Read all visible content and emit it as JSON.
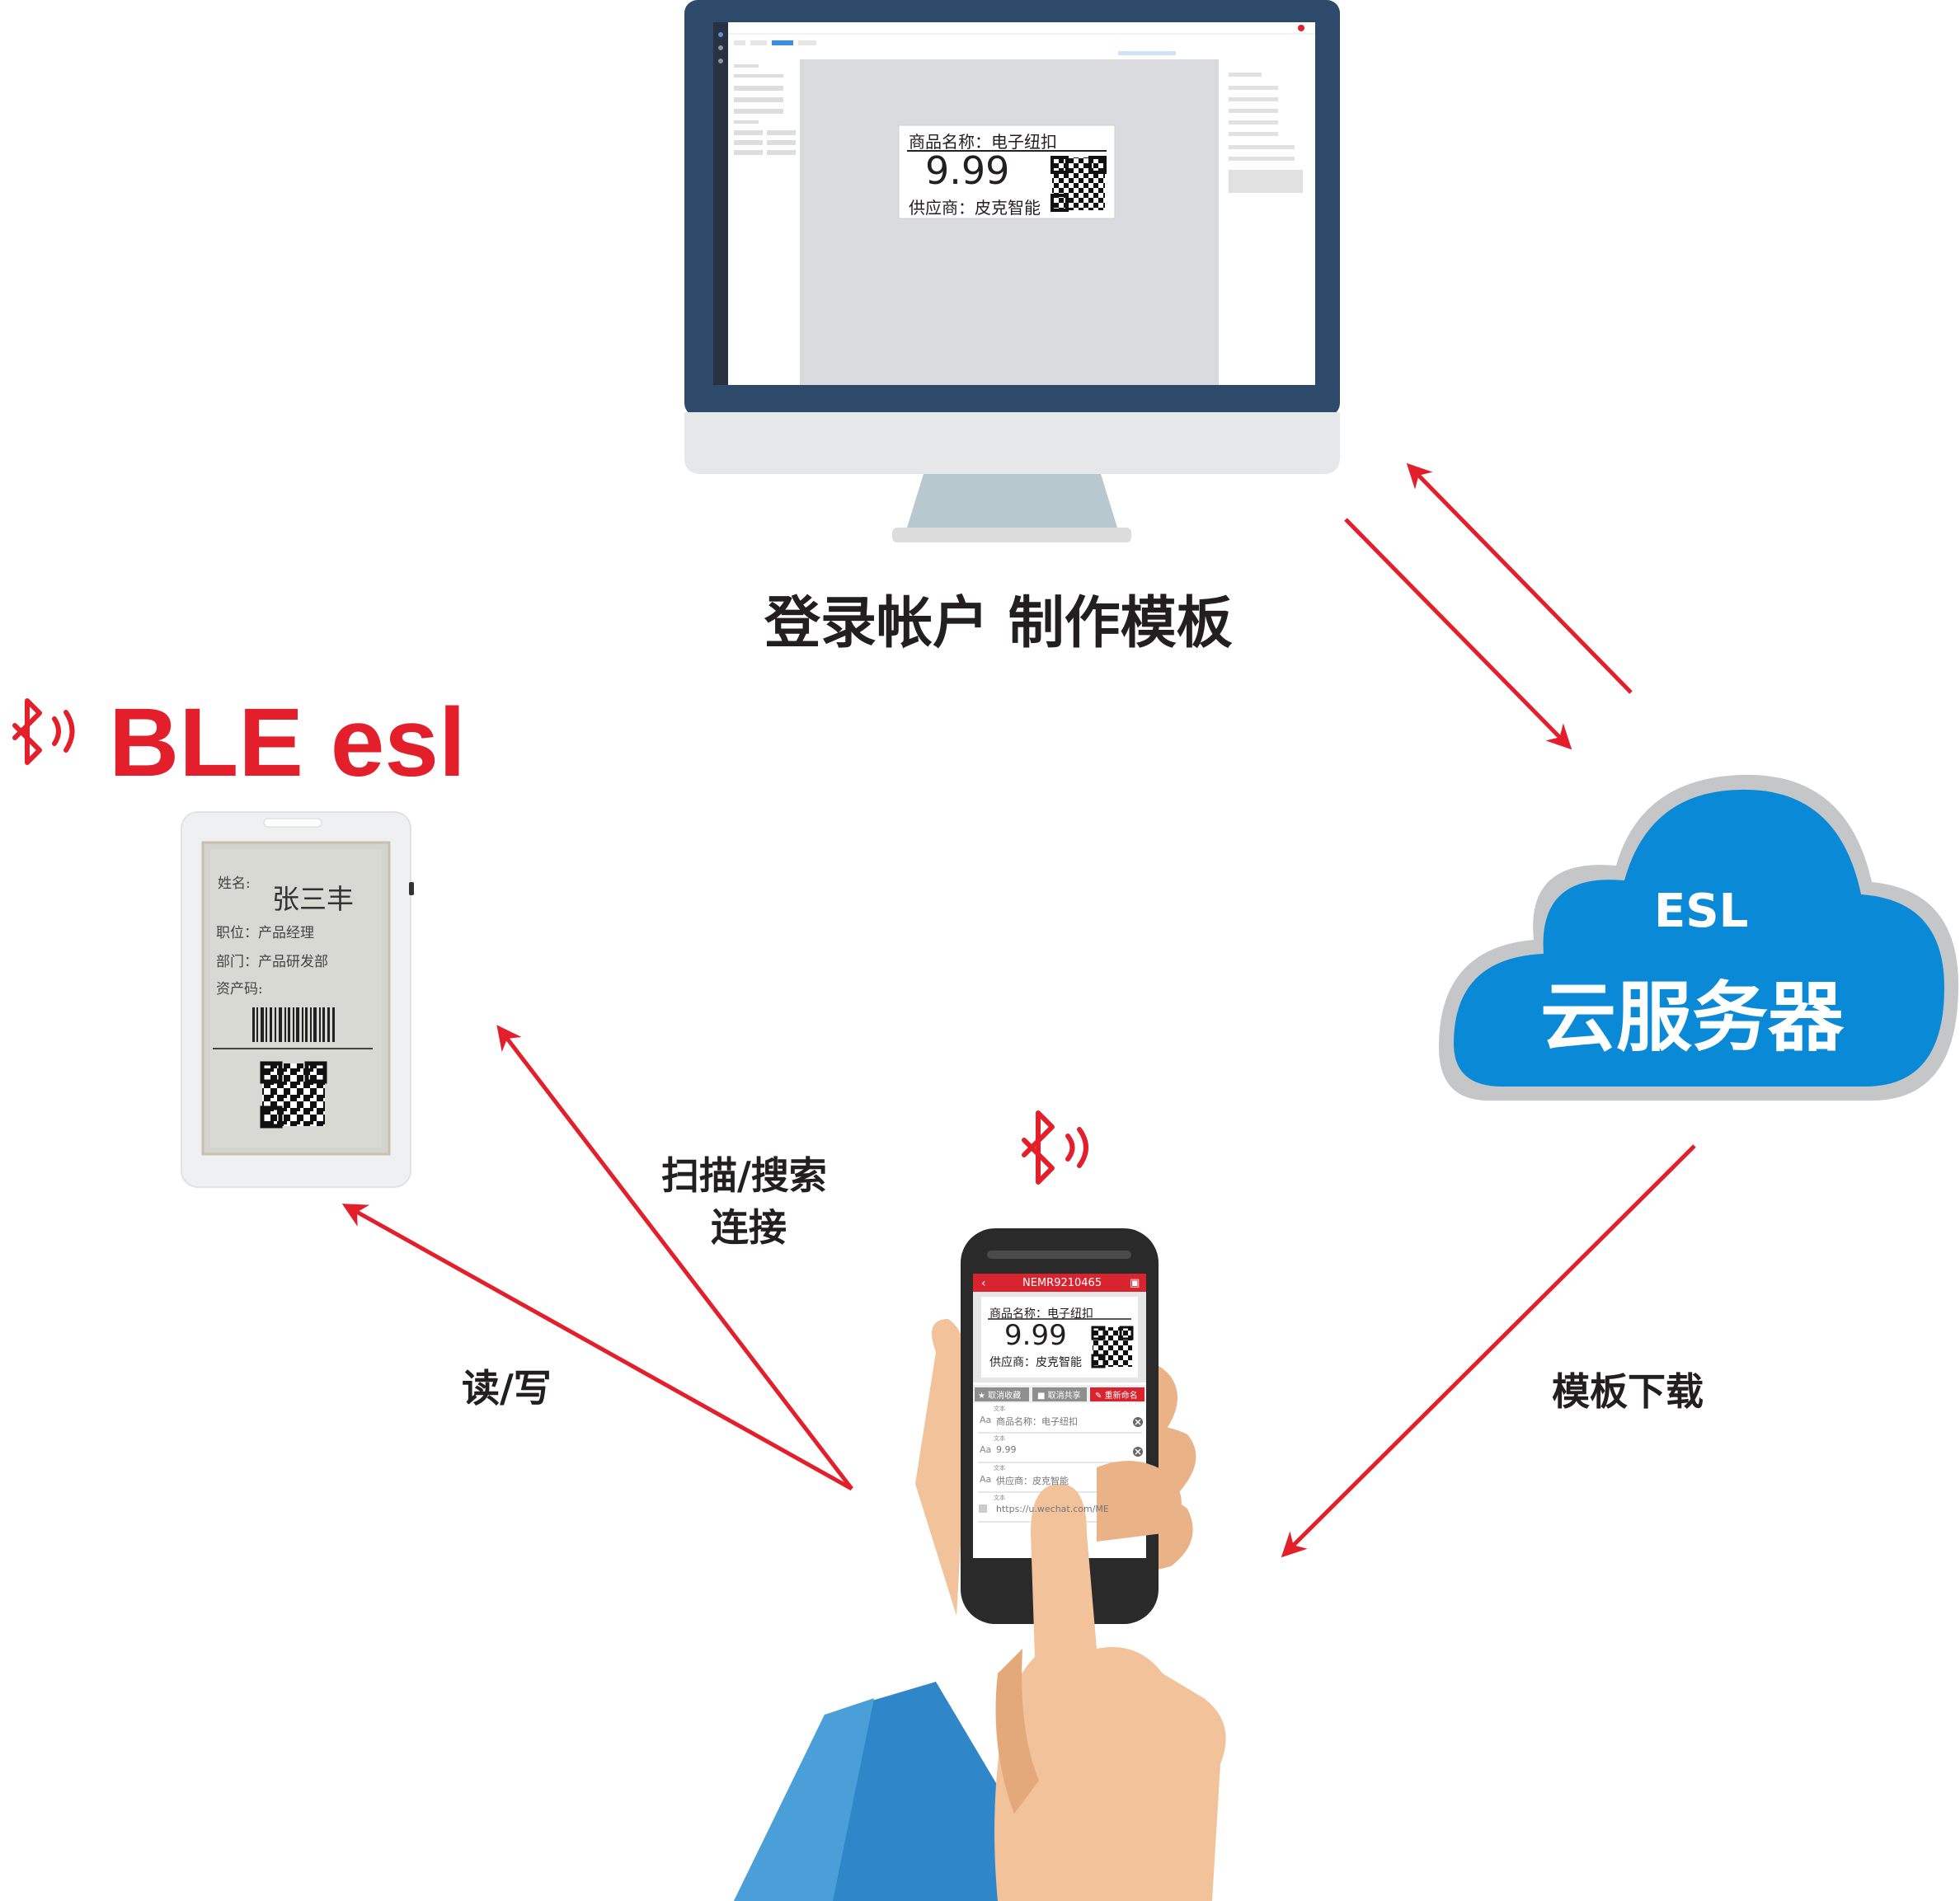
{
  "colors": {
    "accent_red": "#e31f2b",
    "cloud_blue": "#0a8ad6",
    "monitor_navy": "#2d4a6b",
    "text_dark": "#231f20",
    "skin": "#f2c29a",
    "sleeve_blue": "#2f86c8"
  },
  "labels": {
    "monitor_caption": "登录帐户 制作模板",
    "ble_title": "BLE esl",
    "scan_line1": "扫描/搜索",
    "scan_line2": "连接",
    "read_write": "读/写",
    "download": "模板下载",
    "cloud_line1": "ESL",
    "cloud_line2": "云服务器"
  },
  "monitor_screen": {
    "template_name": "商品名称：电子纽扣",
    "template_price": "9.99",
    "template_supplier": "供应商：皮克智能"
  },
  "badge": {
    "name_label": "姓名:",
    "name_value": "张三丰",
    "position": "职位：产品经理",
    "department": "部门：产品研发部",
    "asset_code": "资产码:"
  },
  "phone": {
    "title": "NEMR9210465",
    "template_name": "商品名称：电子纽扣",
    "template_price": "9.99",
    "template_supplier": "供应商：皮克智能",
    "btn_unfavorite": "取消收藏",
    "btn_unshare": "取消共享",
    "btn_rename": "重新命名",
    "field_caption": "文本",
    "field1_value": "商品名称：电子纽扣",
    "field2_value": "9.99",
    "field3_value": "供应商：皮克智能",
    "field4_value": "https://u.wechat.com/ME"
  },
  "icons": [
    "bluetooth-icon",
    "back-arrow-icon",
    "book-icon",
    "star-icon",
    "lock-icon",
    "pencil-icon",
    "clear-icon",
    "text-aa-icon",
    "qr-code-icon",
    "barcode-icon"
  ]
}
